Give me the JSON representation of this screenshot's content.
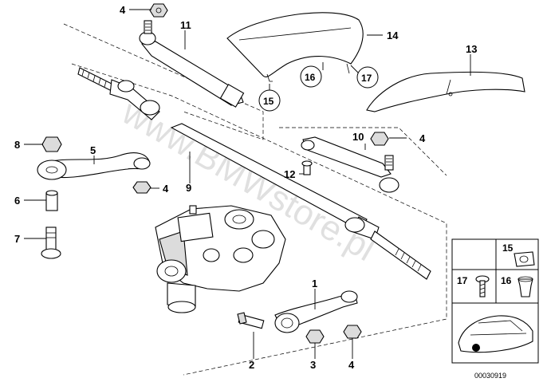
{
  "diagram": {
    "watermark": "www.BMWstore.pl",
    "diagram_code": "00030919",
    "callouts": {
      "c1": "1",
      "c2": "2",
      "c3": "3",
      "c4a": "4",
      "c4b": "4",
      "c4c": "4",
      "c4d": "4",
      "c5": "5",
      "c6": "6",
      "c7": "7",
      "c8": "8",
      "c9": "9",
      "c10": "10",
      "c11": "11",
      "c12": "12",
      "c13": "13",
      "c14": "14",
      "c15": "15",
      "c16": "16",
      "c17": "17"
    },
    "inset": {
      "n15": "15",
      "n16": "16",
      "n17": "17"
    }
  }
}
